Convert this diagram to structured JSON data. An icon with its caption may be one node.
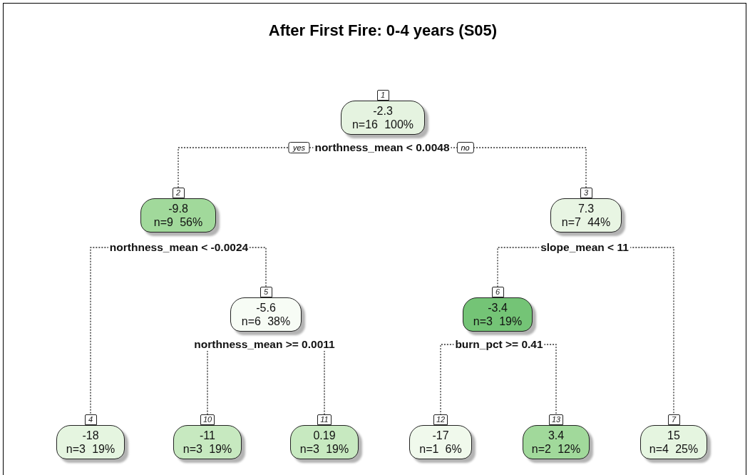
{
  "diagram": {
    "title": "After First Fire: 0-4 years (S05)",
    "nodes": [
      {
        "text": [
          "-2.3",
          "n=16 100%"
        ],
        "beside": [
          "1"
        ]
      },
      {
        "text": [
          "northness_mean < 0.0048"
        ]
      },
      {
        "text": [
          "-9.8",
          "n=9 56%"
        ],
        "beside": [
          "2"
        ]
      },
      {
        "text": [
          "7.3",
          "n=7 44%"
        ],
        "beside": [
          "3"
        ]
      },
      {
        "text": [
          "northness_mean < -0.0024"
        ]
      },
      {
        "text": [
          "slope_mean < 11"
        ]
      },
      {
        "text": [
          "-5.6",
          "n=6 38%"
        ],
        "beside": [
          "5"
        ]
      },
      {
        "text": [
          "-3.4",
          "n=3 19%"
        ],
        "beside": [
          "6"
        ]
      },
      {
        "text": [
          "northness_mean >= 0.0011"
        ]
      },
      {
        "text": [
          "burn_pct >= 0.41"
        ]
      },
      {
        "text": [
          "-18",
          "n=3 19%"
        ],
        "beside": [
          "4"
        ]
      },
      {
        "text": [
          "-11",
          "n=3 19%"
        ],
        "beside": [
          "10"
        ]
      },
      {
        "text": [
          "0.19",
          "n=3 19%"
        ],
        "beside": [
          "11"
        ]
      },
      {
        "text": [
          "-17",
          "n=1 6%"
        ],
        "beside": [
          "12"
        ]
      },
      {
        "text": [
          "3.4",
          "n=2 12%"
        ],
        "beside": [
          "13"
        ]
      },
      {
        "text": [
          "15",
          "n=4 25%"
        ],
        "beside": [
          "7"
        ]
      }
    ],
    "edges": [
      {
        "from": 1,
        "to": 2,
        "arrow": "none",
        "label": "yes"
      },
      {
        "from": 1,
        "to": 3,
        "arrow": "none",
        "label": "no"
      },
      {
        "from": 4,
        "to": 10,
        "arrow": "none"
      },
      {
        "from": 4,
        "to": 6,
        "arrow": "none"
      },
      {
        "from": 5,
        "to": 7,
        "arrow": "none"
      },
      {
        "from": 5,
        "to": 15,
        "arrow": "none"
      },
      {
        "from": 8,
        "to": 11,
        "arrow": "none"
      },
      {
        "from": 8,
        "to": 12,
        "arrow": "none"
      },
      {
        "from": 9,
        "to": 13,
        "arrow": "none"
      },
      {
        "from": 9,
        "to": 14,
        "arrow": "none"
      }
    ]
  }
}
